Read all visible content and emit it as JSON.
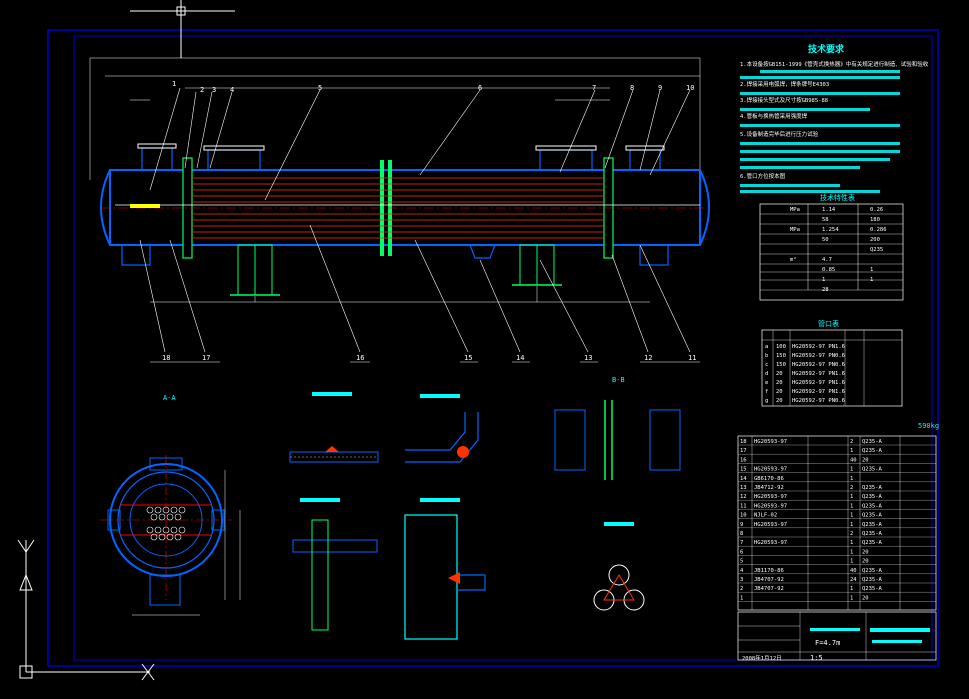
{
  "drawing": {
    "tech_title": "技术要求",
    "notes": [
      "1.本设备按GB151-1999《管壳式换热器》中有关规定进行制造、试验和验收",
      "2.焊接采用电弧焊，焊条牌号E4303",
      "3.焊接接头型式及尺寸按GB985-88",
      "4.管板与换热管采用强度焊",
      "5.设备制造完毕后进行压力试验",
      "6.管口方位按本图"
    ],
    "balloons": [
      "1",
      "2",
      "3",
      "4",
      "5",
      "6",
      "7",
      "8",
      "9",
      "10",
      "11",
      "12",
      "13",
      "14",
      "15",
      "16",
      "17",
      "18"
    ],
    "design_table": {
      "title": "技术特性表",
      "rows": [
        [
          "MPa",
          "1.14",
          "0.26"
        ],
        [
          "",
          "58",
          "180"
        ],
        [
          "MPa",
          "1.254",
          "0.286"
        ],
        [
          "",
          "50",
          "200"
        ],
        [
          "",
          "",
          "Q235"
        ],
        [
          "m²",
          "4.7",
          ""
        ],
        [
          "",
          "0.85",
          "1"
        ],
        [
          "",
          "1",
          "1"
        ],
        [
          "",
          "28",
          ""
        ]
      ]
    },
    "nozzle_table": {
      "title": "管口表",
      "rows": [
        [
          "a",
          "100",
          "HG20592-97 PN1.6",
          ""
        ],
        [
          "b",
          "150",
          "HG20592-97 PN0.6",
          ""
        ],
        [
          "c",
          "150",
          "HG20592-97 PN0.6",
          ""
        ],
        [
          "d",
          "20",
          "HG20592-97 PN1.6",
          ""
        ],
        [
          "e",
          "20",
          "HG20592-97 PN1.6",
          ""
        ],
        [
          "f",
          "20",
          "HG20592-97 PN1.6",
          ""
        ],
        [
          "g",
          "20",
          "HG20592-97 PN0.6",
          ""
        ]
      ]
    },
    "weight": "590kg",
    "parts": [
      [
        "18",
        "HG20593-97",
        "2",
        "Q235-A"
      ],
      [
        "17",
        "",
        "1",
        "Q235-A"
      ],
      [
        "16",
        "",
        "40",
        "20"
      ],
      [
        "15",
        "HG20593-97",
        "1",
        "Q235-A"
      ],
      [
        "14",
        "GB6170-86",
        "1",
        ""
      ],
      [
        "13",
        "JB4712-92",
        "2",
        "Q235-A"
      ],
      [
        "12",
        "HG20593-97",
        "1",
        "Q235-A"
      ],
      [
        "11",
        "HG20593-97",
        "1",
        "Q235-A"
      ],
      [
        "10",
        "NJLF-02",
        "1",
        "Q235-A"
      ],
      [
        "9",
        "HG20593-97",
        "1",
        "Q235-A"
      ],
      [
        "8",
        "",
        "2",
        "Q235-A"
      ],
      [
        "7",
        "HG20593-97",
        "1",
        "Q235-A"
      ],
      [
        "6",
        "",
        "1",
        "20"
      ],
      [
        "5",
        "",
        "1",
        "20"
      ],
      [
        "4",
        "JB1170-86",
        "40",
        "Q235-A"
      ],
      [
        "3",
        "JB4707-92",
        "24",
        "Q235-A"
      ],
      [
        "2",
        "JB4707-92",
        "1",
        "Q235-A"
      ],
      [
        "1",
        "",
        "1",
        "20"
      ]
    ],
    "title_block": {
      "name": "F=4.7m",
      "date": "2008年1月12日",
      "scale": "1:5"
    },
    "views": {
      "section_aa": "A-A",
      "section_bb": "B-B"
    },
    "colors": {
      "frame": "#0000ff",
      "shell": "#0066ff",
      "tubes": "#ff3300",
      "text": "#ffffff",
      "dims": "#00ffff",
      "centerline": "#ff0000",
      "support": "#00ff66"
    }
  }
}
